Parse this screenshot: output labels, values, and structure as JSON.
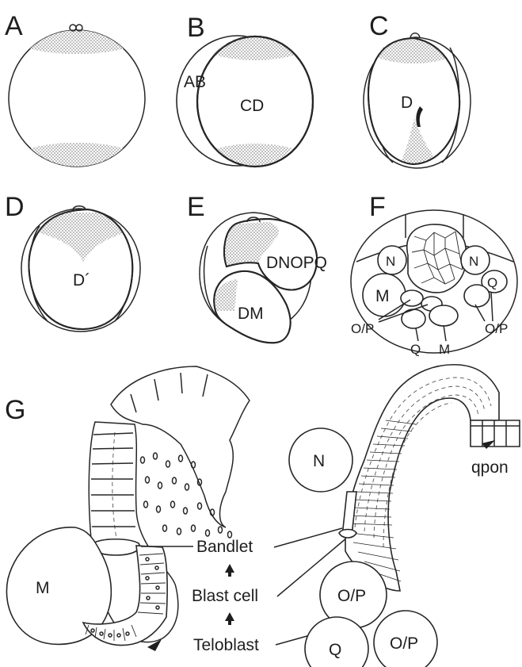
{
  "panels": {
    "A": {
      "letter": "A"
    },
    "B": {
      "letter": "B",
      "cells": [
        "AB",
        "CD"
      ]
    },
    "C": {
      "letter": "C",
      "cells": [
        "D"
      ]
    },
    "D": {
      "letter": "D",
      "cells": [
        "D´"
      ]
    },
    "E": {
      "letter": "E",
      "cells": [
        "DNOPQ",
        "DM"
      ]
    },
    "F": {
      "letter": "F",
      "cells": [
        "N",
        "N",
        "M",
        "Q",
        "O/P",
        "Q",
        "M",
        "O/P"
      ]
    },
    "G": {
      "letter": "G",
      "cells": [
        "M",
        "N",
        "O/P",
        "O/P",
        "Q"
      ],
      "band_label": "qpon",
      "stages": [
        "Bandlet",
        "Blast cell",
        "Teloblast"
      ]
    }
  },
  "colors": {
    "line": "#262626",
    "stipple": "#9a9a9a",
    "background": "#ffffff"
  },
  "icons": {
    "stage_arrow": "up-arrow-icon"
  }
}
